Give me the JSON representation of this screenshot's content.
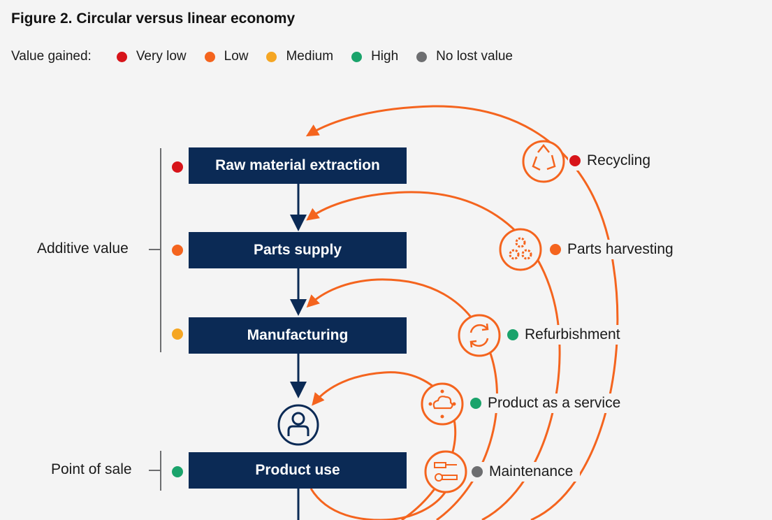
{
  "title": "Figure 2. Circular versus linear economy",
  "legend": {
    "label": "Value gained:",
    "items": [
      {
        "label": "Very low",
        "color": "#d7141a"
      },
      {
        "label": "Low",
        "color": "#f4641e"
      },
      {
        "label": "Medium",
        "color": "#f5a623"
      },
      {
        "label": "High",
        "color": "#1aa36b"
      },
      {
        "label": "No lost value",
        "color": "#6d6e70"
      }
    ]
  },
  "colors": {
    "navy": "#0b2a55",
    "orange": "#f4641e"
  },
  "steps": [
    {
      "label": "Raw material extraction",
      "value_color": "#d7141a"
    },
    {
      "label": "Parts supply",
      "value_color": "#f4641e"
    },
    {
      "label": "Manufacturing",
      "value_color": "#f5a623"
    },
    {
      "label": "Product use",
      "value_color": "#1aa36b"
    }
  ],
  "side_labels": {
    "additive_value": "Additive value",
    "point_of_sale": "Point of sale"
  },
  "consumer_icon": "person-icon",
  "loops": [
    {
      "label": "Recycling",
      "color": "#d7141a",
      "icon": "recycle-icon"
    },
    {
      "label": "Parts harvesting",
      "color": "#f4641e",
      "icon": "gears-icon"
    },
    {
      "label": "Refurbishment",
      "color": "#1aa36b",
      "icon": "refresh-icon"
    },
    {
      "label": "Product as a service",
      "color": "#1aa36b",
      "icon": "cloud-network-icon"
    },
    {
      "label": "Maintenance",
      "color": "#6d6e70",
      "icon": "tools-icon"
    }
  ]
}
